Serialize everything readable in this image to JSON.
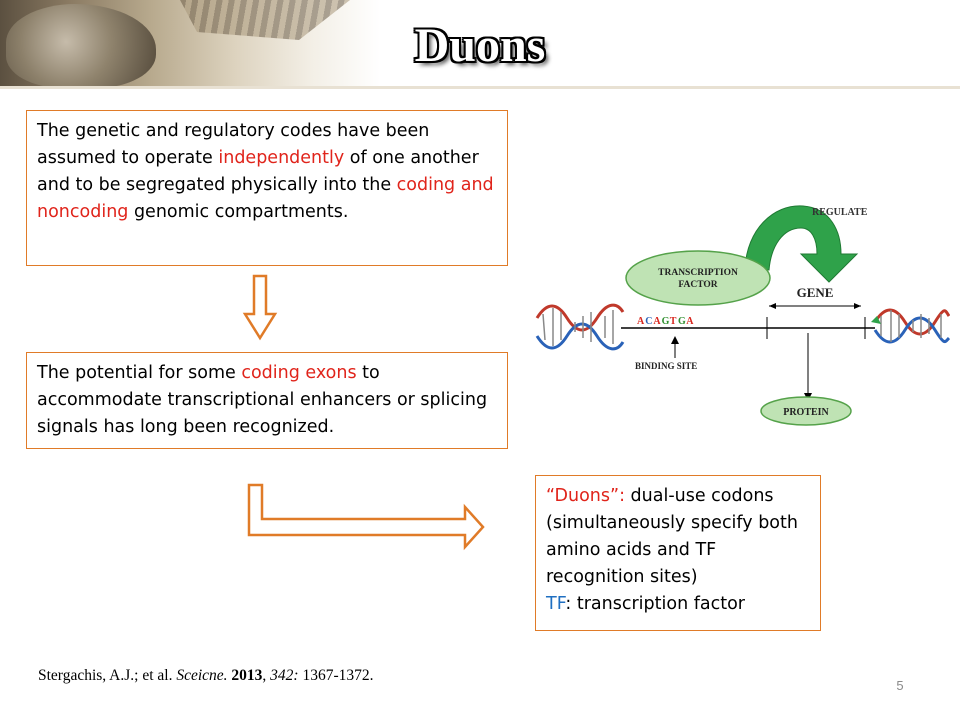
{
  "slide": {
    "title": "Duons",
    "page_number": "5"
  },
  "box1": {
    "t1": "The genetic and regulatory codes have been assumed to operate ",
    "r1": "independently",
    "t2": " of one another and to be segregated physically into the ",
    "r2": "coding and noncoding",
    "t3": " genomic compartments."
  },
  "box2": {
    "t1": "The potential for some ",
    "r1": "coding exons",
    "t2": " to accommodate transcriptional enhancers or splicing signals has long been recognized."
  },
  "box3": {
    "r1": "“Duons”:",
    "t1": " dual-use codons (simultaneously specify both amino acids and TF recognition sites)",
    "b1": "TF",
    "t2": ": transcription factor"
  },
  "figure": {
    "regulate": "REGULATE",
    "tf_line1": "TRANSCRIPTION",
    "tf_line2": "FACTOR",
    "gene": "GENE",
    "sequence": [
      "A",
      "C",
      "A",
      "G",
      "T",
      "G",
      "A"
    ],
    "sequence_colors": [
      "#d7261e",
      "#2a62b8",
      "#d7261e",
      "#2f8f2f",
      "#d7261e",
      "#2f8f2f",
      "#d7261e"
    ],
    "binding_site": "BINDING SITE",
    "protein": "PROTEIN",
    "colors": {
      "ellipse_fill": "#bfe3b4",
      "ellipse_stroke": "#55a24a",
      "regulate_arrow": "#2fa24a",
      "dna_red": "#c0392b",
      "dna_blue": "#2a62b8"
    }
  },
  "citation": {
    "authors": "Stergachis, A.J.; et al. ",
    "journal": "Sceicne.",
    "year": " 2013",
    "sep": ", ",
    "volume": "342:",
    "pages": " 1367-1372."
  },
  "colors": {
    "box_border": "#e07b28",
    "highlight_red": "#e0241b",
    "highlight_blue": "#1f6fc1"
  }
}
